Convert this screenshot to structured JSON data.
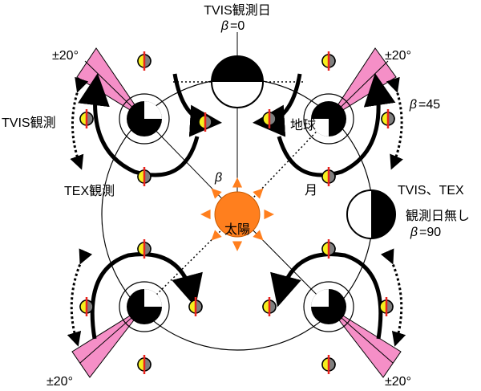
{
  "labels": {
    "tvis_day": "TVIS観測日",
    "beta0": "=0",
    "beta_sym": "β",
    "beta45": "=45",
    "pm20": "±20°",
    "tvis_obs": "TVIS観測",
    "tex_obs": "TEX観測",
    "earth": "地球",
    "moon": "月",
    "sun": "太陽",
    "tvis_tex": "TVIS、TEX",
    "no_obs_day": "観測日無し",
    "beta90": "=90"
  },
  "colors": {
    "sun": "#ff7f1e",
    "cone": "#f58fc7",
    "moon_yellow": "#f5ef1e",
    "moon_gray": "#7f7f7f",
    "tick_red": "#e8241e"
  }
}
